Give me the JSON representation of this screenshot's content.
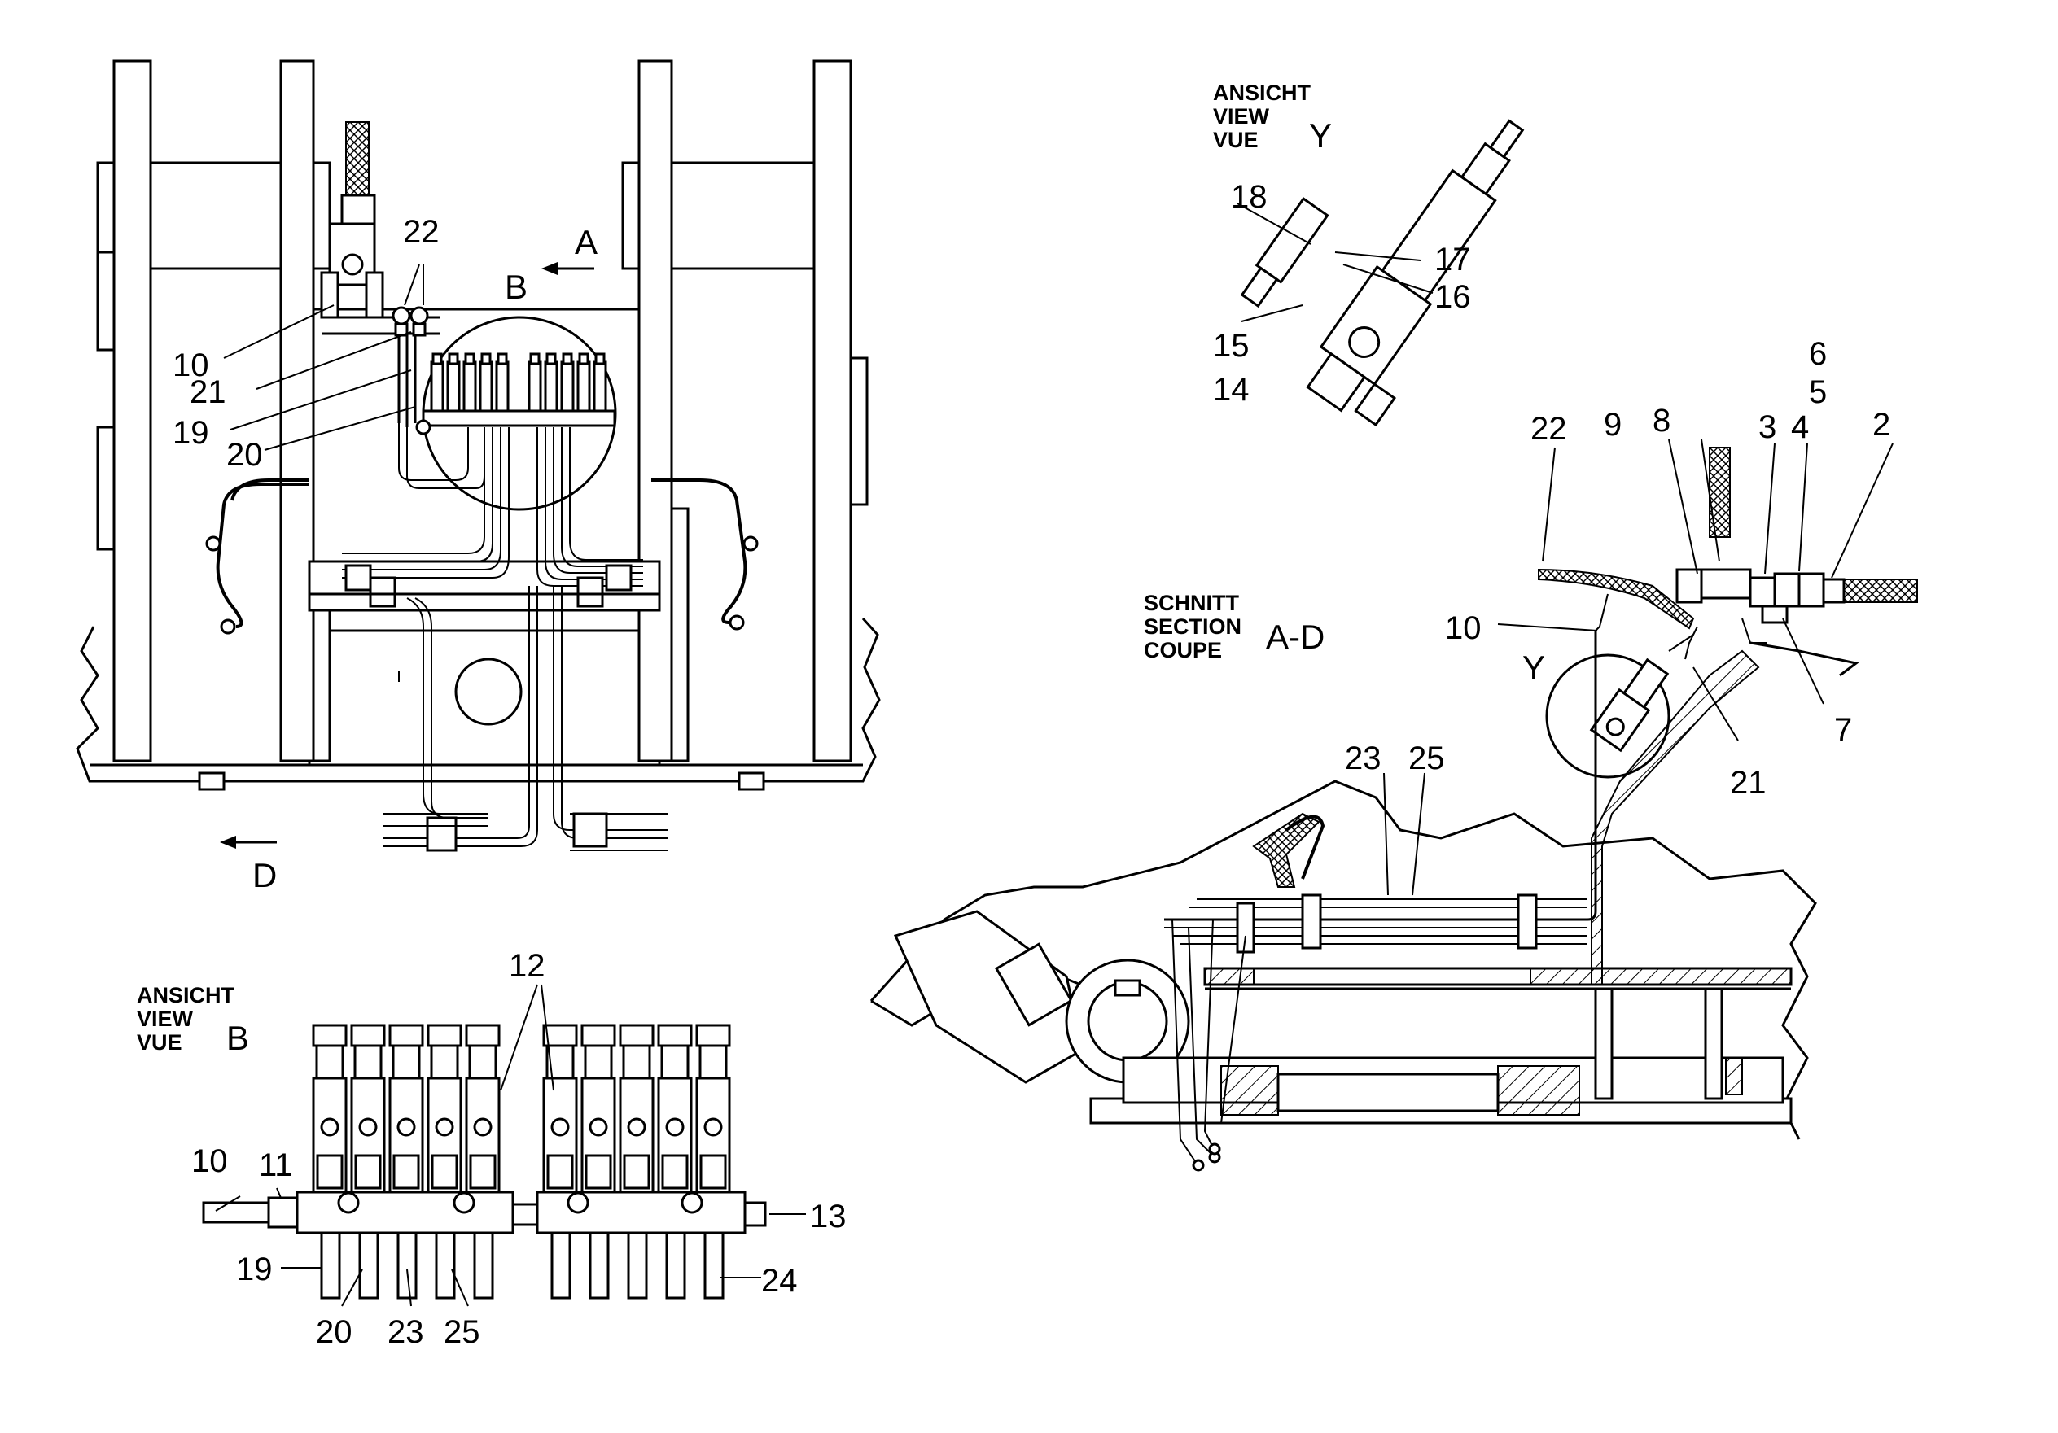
{
  "views": {
    "view_b": {
      "lines": [
        "ANSICHT",
        "VIEW",
        "VUE"
      ],
      "letter": "B"
    },
    "view_y": {
      "lines": [
        "ANSICHT",
        "VIEW",
        "VUE"
      ],
      "letter": "Y"
    },
    "section": {
      "lines": [
        "SCHNITT",
        "SECTION",
        "COUPE"
      ],
      "letter": "A-D"
    }
  },
  "markers": {
    "a": "A",
    "b": "B",
    "d": "D",
    "y": "Y"
  },
  "main_view": {
    "callouts": {
      "c10": "10",
      "c21": "21",
      "c19": "19",
      "c20": "20",
      "c22": "22"
    }
  },
  "view_y_detail": {
    "callouts": {
      "c18": "18",
      "c17": "17",
      "c16": "16",
      "c15": "15",
      "c14": "14"
    }
  },
  "section_view": {
    "callouts": {
      "c6": "6",
      "c5": "5",
      "c22": "22",
      "c9": "9",
      "c8": "8",
      "c3": "3",
      "c4": "4",
      "c2": "2",
      "c10": "10",
      "c7": "7",
      "c21": "21",
      "c23": "23",
      "c25": "25"
    }
  },
  "view_b_detail": {
    "callouts": {
      "c12": "12",
      "c10": "10",
      "c11": "11",
      "c13": "13",
      "c19": "19",
      "c20": "20",
      "c23": "23",
      "c25": "25",
      "c24": "24"
    }
  }
}
